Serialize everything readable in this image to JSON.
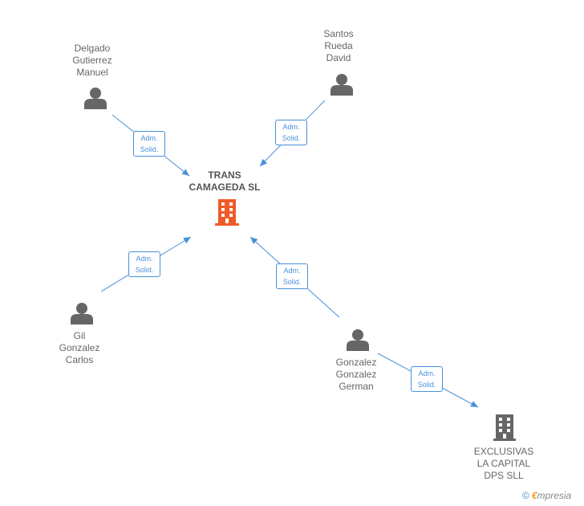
{
  "nodes": {
    "center": {
      "label": "TRANS\nCAMAGEDA SL",
      "icon": "building-icon",
      "color": "#f05a28"
    },
    "delgado": {
      "label": "Delgado\nGutierrez\nManuel",
      "icon": "person-icon"
    },
    "santos": {
      "label": "Santos\nRueda\nDavid",
      "icon": "person-icon"
    },
    "gil": {
      "label": "Gil\nGonzalez\nCarlos",
      "icon": "person-icon"
    },
    "gonzalez": {
      "label": "Gonzalez\nGonzalez\nGerman",
      "icon": "person-icon"
    },
    "exclusivas": {
      "label": "EXCLUSIVAS\nLA CAPITAL\nDPS SLL",
      "icon": "building-icon",
      "color": "#666666"
    }
  },
  "edges": [
    {
      "from": "delgado",
      "to": "center",
      "label": "Adm.\nSolid."
    },
    {
      "from": "santos",
      "to": "center",
      "label": "Adm.\nSolid."
    },
    {
      "from": "gil",
      "to": "center",
      "label": "Adm.\nSolid."
    },
    {
      "from": "gonzalez",
      "to": "center",
      "label": "Adm.\nSolid."
    },
    {
      "from": "gonzalez",
      "to": "exclusivas",
      "label": "Adm.\nSolid."
    }
  ],
  "colors": {
    "edge": "#4a90d9",
    "person": "#666666"
  },
  "footer": {
    "copyright": "©",
    "brand_first": "€",
    "brand_rest": "mpresia"
  }
}
